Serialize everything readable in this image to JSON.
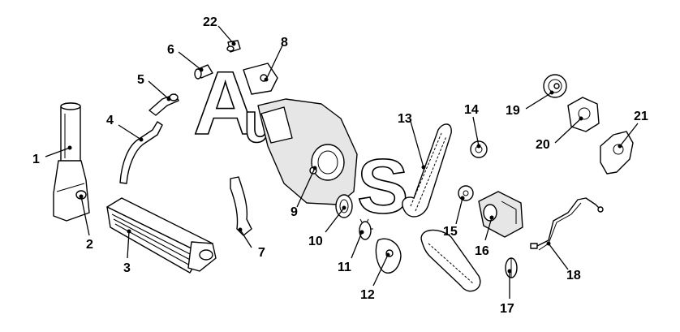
{
  "watermark": {
    "text": "AutoS"
  },
  "callouts": [
    {
      "id": "c1",
      "text": "1"
    },
    {
      "id": "c2",
      "text": "2"
    },
    {
      "id": "c3",
      "text": "3"
    },
    {
      "id": "c4",
      "text": "4"
    },
    {
      "id": "c5",
      "text": "5"
    },
    {
      "id": "c6",
      "text": "6"
    },
    {
      "id": "c7",
      "text": "7"
    },
    {
      "id": "c8",
      "text": "8"
    },
    {
      "id": "c9",
      "text": "9"
    },
    {
      "id": "c10",
      "text": "10"
    },
    {
      "id": "c11",
      "text": "11"
    },
    {
      "id": "c12",
      "text": "12"
    },
    {
      "id": "c13",
      "text": "13"
    },
    {
      "id": "c14",
      "text": "14"
    },
    {
      "id": "c15",
      "text": "15"
    },
    {
      "id": "c16",
      "text": "16"
    },
    {
      "id": "c17",
      "text": "17"
    },
    {
      "id": "c18",
      "text": "18"
    },
    {
      "id": "c19",
      "text": "19"
    },
    {
      "id": "c20",
      "text": "20"
    },
    {
      "id": "c21",
      "text": "21"
    },
    {
      "id": "c22",
      "text": "22"
    }
  ]
}
